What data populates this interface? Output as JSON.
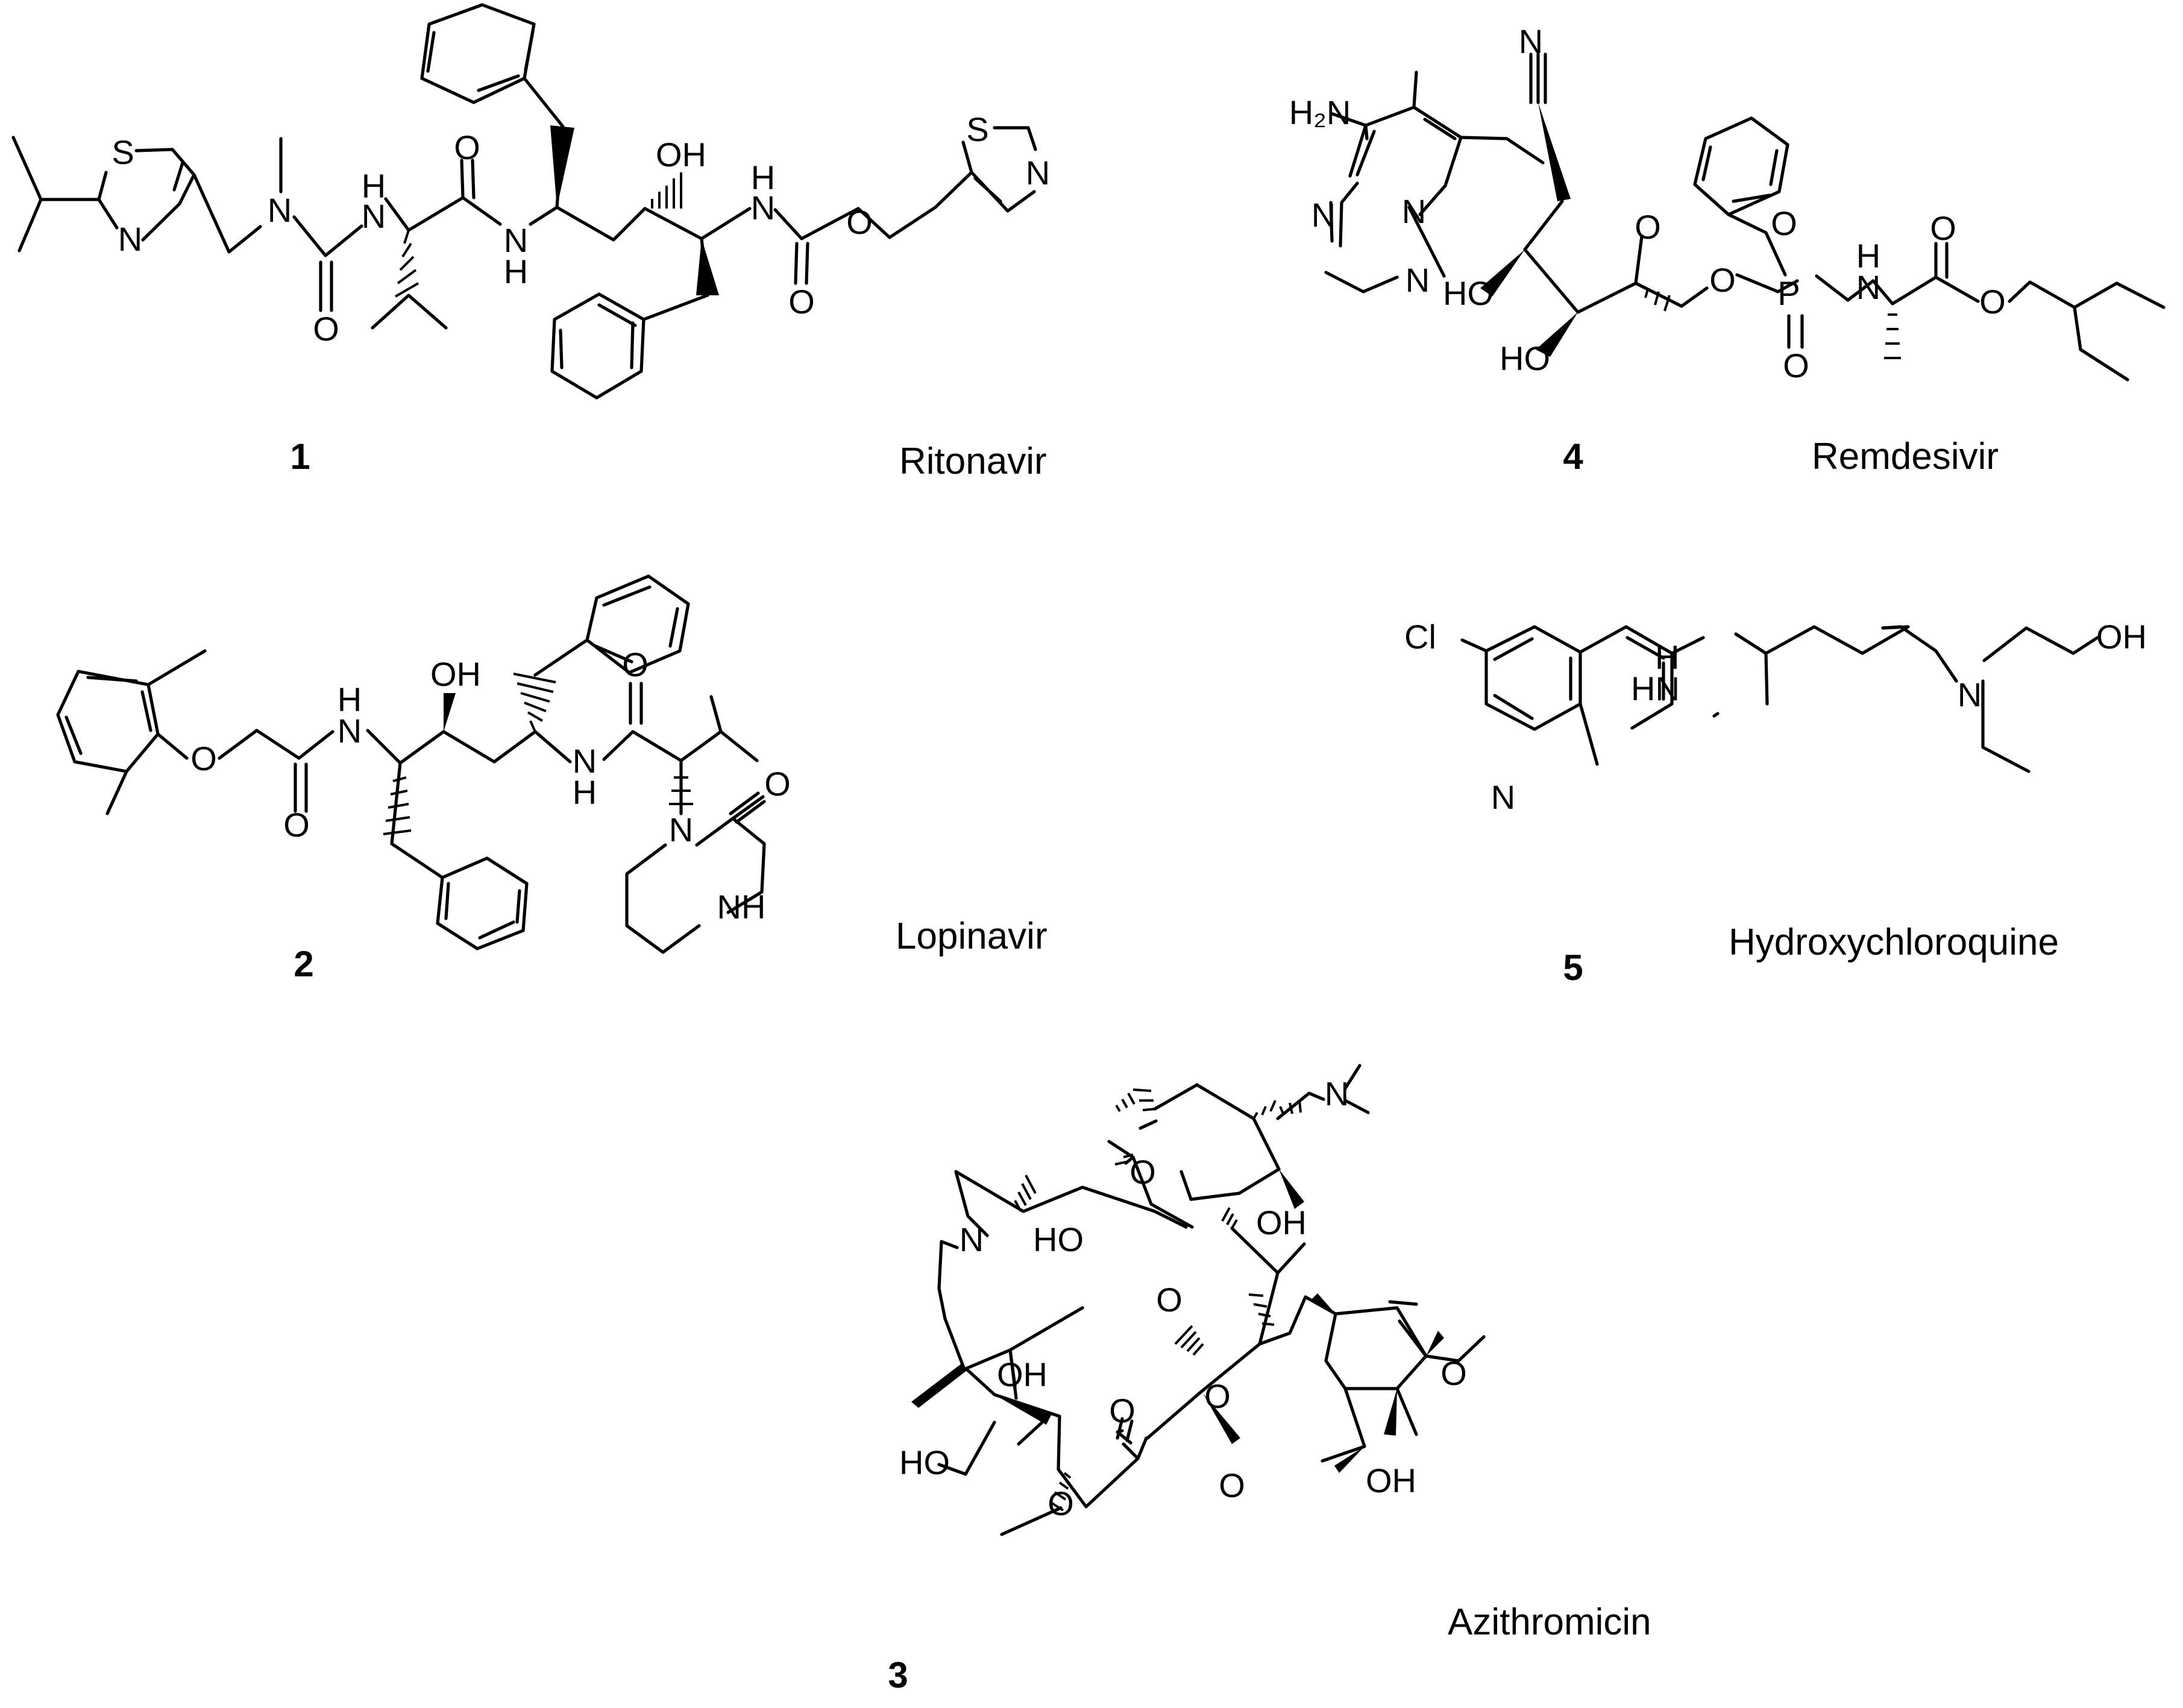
{
  "figure": {
    "compounds": [
      {
        "id": "ritonavir",
        "number": "1",
        "name": "Ritonavir"
      },
      {
        "id": "lopinavir",
        "number": "2",
        "name": "Lopinavir"
      },
      {
        "id": "azithromicin",
        "number": "3",
        "name": "Azithromicin"
      },
      {
        "id": "remdesivir",
        "number": "4",
        "name": "Remdesivir"
      },
      {
        "id": "hydroxychloroquine",
        "number": "5",
        "name": "Hydroxychloroquine"
      }
    ]
  },
  "atoms": {
    "S": "S",
    "N": "N",
    "O": "O",
    "OH": "OH",
    "HO": "HO",
    "NH": "NH",
    "HN": "HN",
    "H": "H",
    "H2N": "H₂N",
    "P": "P",
    "Cl": "Cl"
  }
}
